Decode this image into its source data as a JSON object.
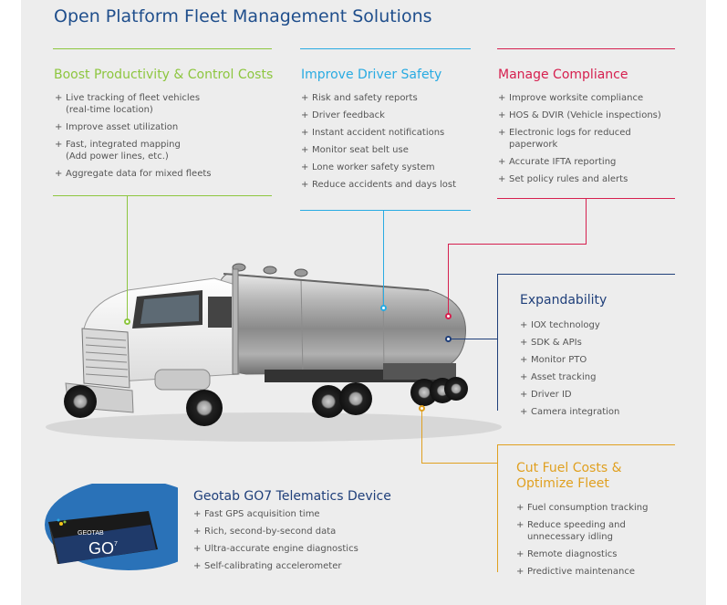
{
  "title": "Open Platform Fleet Management Solutions",
  "colors": {
    "green": "#8dc63f",
    "blue": "#29abe2",
    "red": "#d6204f",
    "navy": "#1f3f7a",
    "orange": "#e0a020",
    "title_blue": "#1f4e8c"
  },
  "sections": {
    "productivity": {
      "title": "Boost Productivity & Control Costs",
      "items": [
        "Live tracking of fleet vehicles\n(real-time location)",
        "Improve asset utilization",
        "Fast, integrated mapping\n(Add power lines, etc.)",
        "Aggregate data for mixed fleets"
      ]
    },
    "safety": {
      "title": "Improve Driver Safety",
      "items": [
        "Risk and safety reports",
        "Driver feedback",
        "Instant accident notifications",
        "Monitor seat belt use",
        "Lone worker safety system",
        "Reduce accidents and days lost"
      ]
    },
    "compliance": {
      "title": "Manage Compliance",
      "items": [
        "Improve worksite compliance",
        "HOS & DVIR (Vehicle inspections)",
        "Electronic logs for reduced\npaperwork",
        "Accurate IFTA reporting",
        "Set policy rules and alerts"
      ]
    },
    "expandability": {
      "title": "Expandability",
      "items": [
        "IOX technology",
        "SDK & APIs",
        "Monitor PTO",
        "Asset tracking",
        "Driver ID",
        "Camera integration"
      ]
    },
    "fuel": {
      "title": "Cut Fuel Costs &\nOptimize Fleet",
      "items": [
        "Fuel consumption tracking",
        "Reduce speeding and\nunnecessary idling",
        "Remote diagnostics",
        "Predictive maintenance"
      ]
    },
    "device": {
      "title": "Geotab GO7 Telematics Device",
      "items": [
        "Fast GPS acquisition time",
        "Rich, second-by-second data",
        "Ultra-accurate engine diagnostics",
        "Self-calibrating accelerometer"
      ],
      "brand_text": "GEOTAB",
      "model_text": "GO",
      "model_sup": "7"
    }
  }
}
